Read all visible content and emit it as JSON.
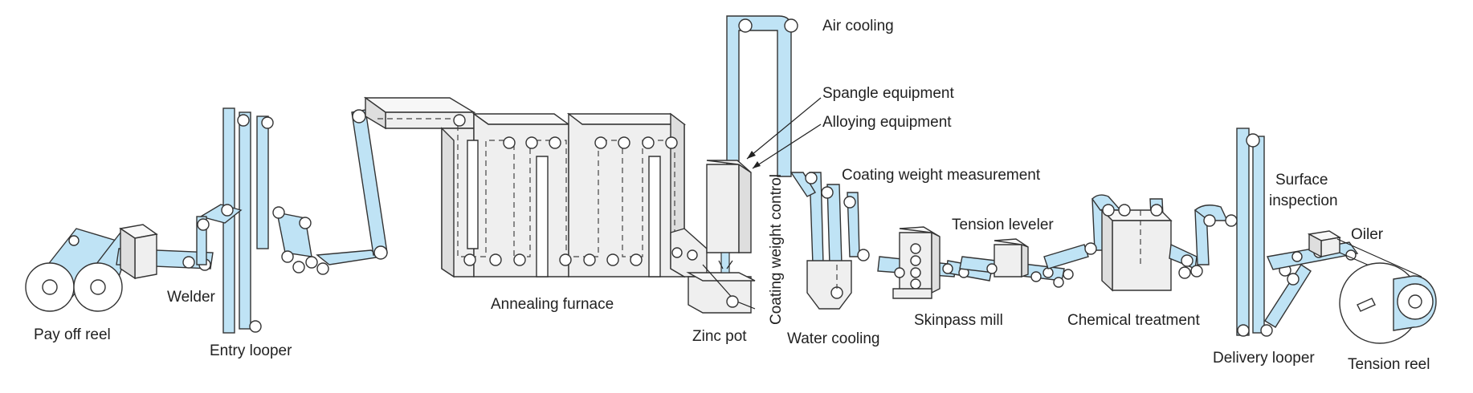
{
  "colors": {
    "strip": "#bfe3f5",
    "outline": "#333333",
    "equipment_face": "#efefef",
    "equipment_top": "#f7f7f7",
    "equipment_side": "#dedede",
    "text": "#222222"
  },
  "labels": {
    "pay_off_reel": "Pay off reel",
    "welder": "Welder",
    "entry_looper": "Entry looper",
    "annealing_furnace": "Annealing furnace",
    "zinc_pot": "Zinc pot",
    "coating_weight_control": "Coating weight control",
    "air_cooling": "Air cooling",
    "spangle_equipment": "Spangle equipment",
    "alloying_equipment": "Alloying equipment",
    "coating_weight_measurement": "Coating weight measurement",
    "water_cooling": "Water cooling",
    "tension_leveler": "Tension leveler",
    "skinpass_mill": "Skinpass mill",
    "chemical_treatment": "Chemical treatment",
    "surface_inspection": [
      "Surface",
      "inspection"
    ],
    "oiler": "Oiler",
    "delivery_looper": "Delivery looper",
    "tension_reel": "Tension reel"
  }
}
